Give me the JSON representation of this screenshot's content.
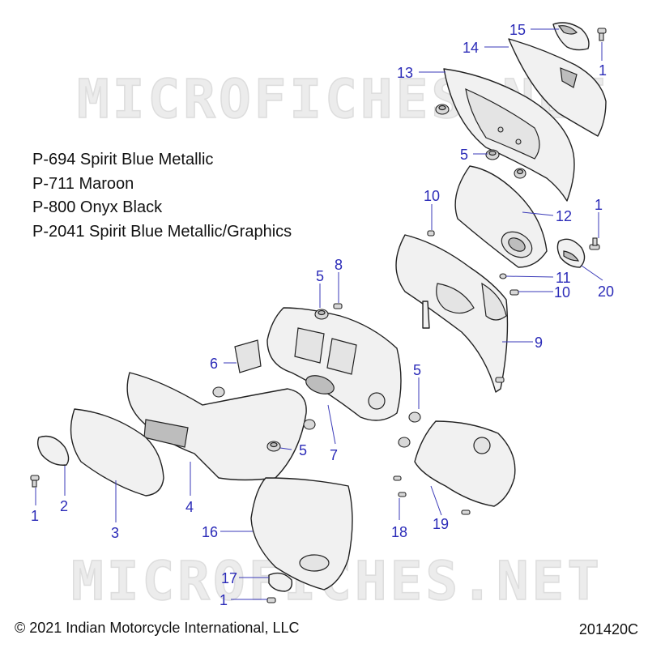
{
  "watermark": "MICROFICHES.NET",
  "legend": [
    "P-694 Spirit Blue Metallic",
    "P-711 Maroon",
    "P-800 Onyx Black",
    "P-2041 Spirit Blue Metallic/Graphics"
  ],
  "copyright": "© 2021 Indian Motorcycle International, LLC",
  "diagram_code": "201420C",
  "callouts": [
    "15",
    "14",
    "1",
    "13",
    "5",
    "10",
    "12",
    "1",
    "11",
    "10",
    "20",
    "5",
    "8",
    "9",
    "6",
    "5",
    "7",
    "5",
    "1",
    "2",
    "3",
    "4",
    "16",
    "18",
    "19",
    "17",
    "1"
  ],
  "colors": {
    "callout": "#2b2bb8",
    "outline": "#222222"
  }
}
